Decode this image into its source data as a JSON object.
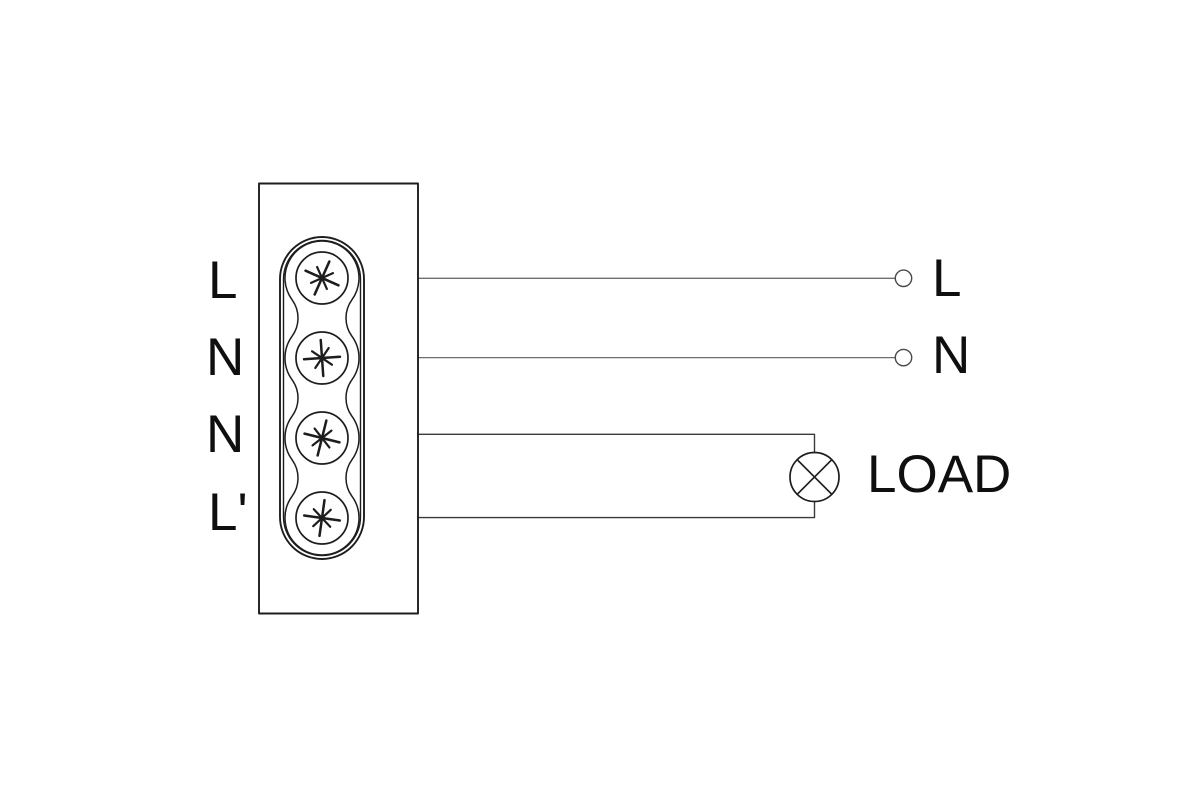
{
  "diagram": {
    "type": "electrical-wiring-diagram",
    "colors": {
      "background": "#ffffff",
      "outline": "#1d1d1d",
      "wire": "#6e6e6e",
      "text": "#0f0f0f"
    },
    "terminal_block": {
      "terminals": [
        {
          "label": "L"
        },
        {
          "label": "N"
        },
        {
          "label": "N"
        },
        {
          "label": "L'"
        }
      ],
      "screw_count": 4
    },
    "supply": {
      "line_label": "L",
      "neutral_label": "N"
    },
    "load": {
      "label": "LOAD",
      "symbol": "lamp"
    }
  }
}
